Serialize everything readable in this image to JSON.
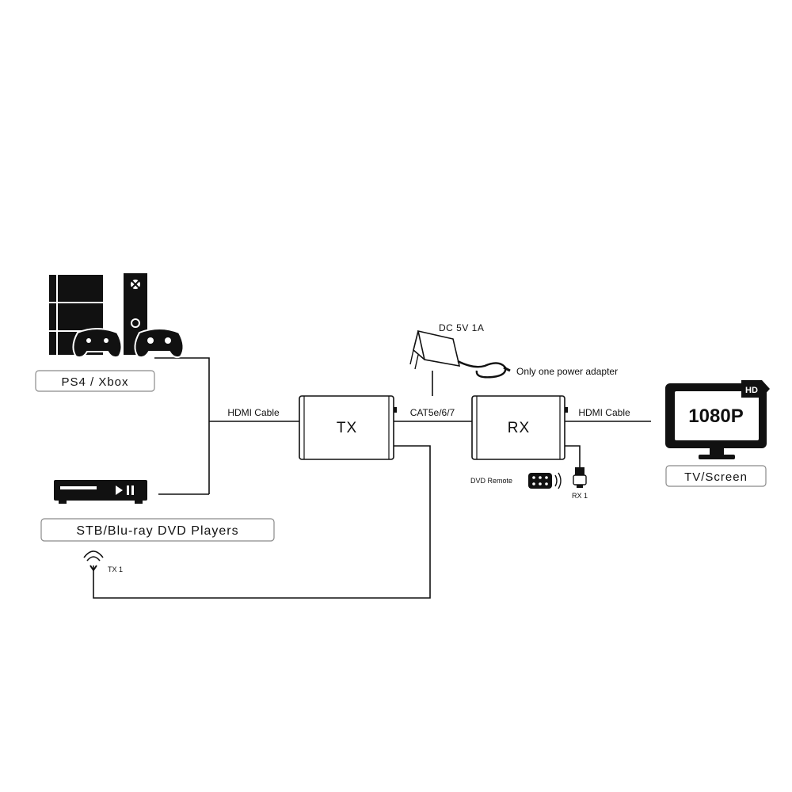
{
  "sources": {
    "console_label": "PS4 / Xbox",
    "player_label": "STB/Blu-ray DVD Players"
  },
  "cables": {
    "hdmi_in": "HDMI Cable",
    "hdmi_out": "HDMI Cable",
    "cat": "CAT5e/6/7"
  },
  "tx": {
    "label": "TX",
    "ir_label": "TX 1"
  },
  "rx": {
    "label": "RX",
    "ir_label": "RX 1"
  },
  "power": {
    "spec": "DC 5V 1A",
    "note": "Only one power adapter"
  },
  "remote": {
    "label": "DVD Remote"
  },
  "display": {
    "label": "TV/Screen",
    "resolution": "1080P",
    "badge": "HD"
  },
  "colors": {
    "ink": "#111111",
    "paper": "#ffffff",
    "box_border": "#8a8a8a"
  }
}
